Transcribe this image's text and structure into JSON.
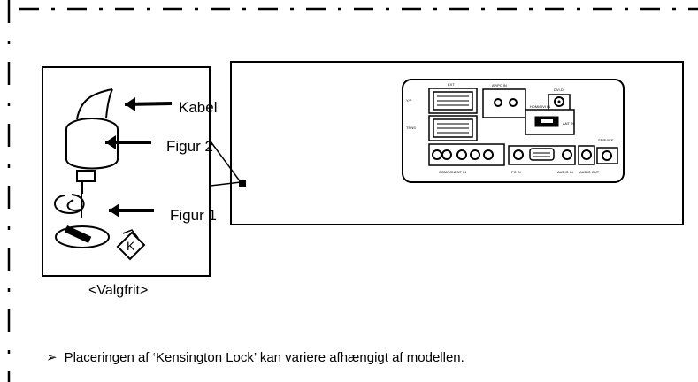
{
  "figure": {
    "labels": {
      "cable": "Kabel",
      "figure2": "Figur 2",
      "figure1": "Figur 1"
    },
    "optional_caption": "<Valgfrit>"
  },
  "note": {
    "marker": "➢",
    "text": "Placeringen af ‘Kensington Lock’ kan variere afhængigt af modellen."
  },
  "tv_panel": {
    "top_label": "EXT",
    "left_side_label_1": "Y/P",
    "left_side_label_2": "TRNS",
    "mid_top_label": "AV/PC IN",
    "dvi_label": "DVI-D",
    "hdmi_label": "HDMI/DVI IN",
    "service_label": "SERVICE",
    "component_label": "COMPONENT IN",
    "pc_label": "PC IN",
    "audio_label": "AUDIO IN",
    "audio_out_label": "AUDIO OUT",
    "small_label": "ANT IN"
  }
}
